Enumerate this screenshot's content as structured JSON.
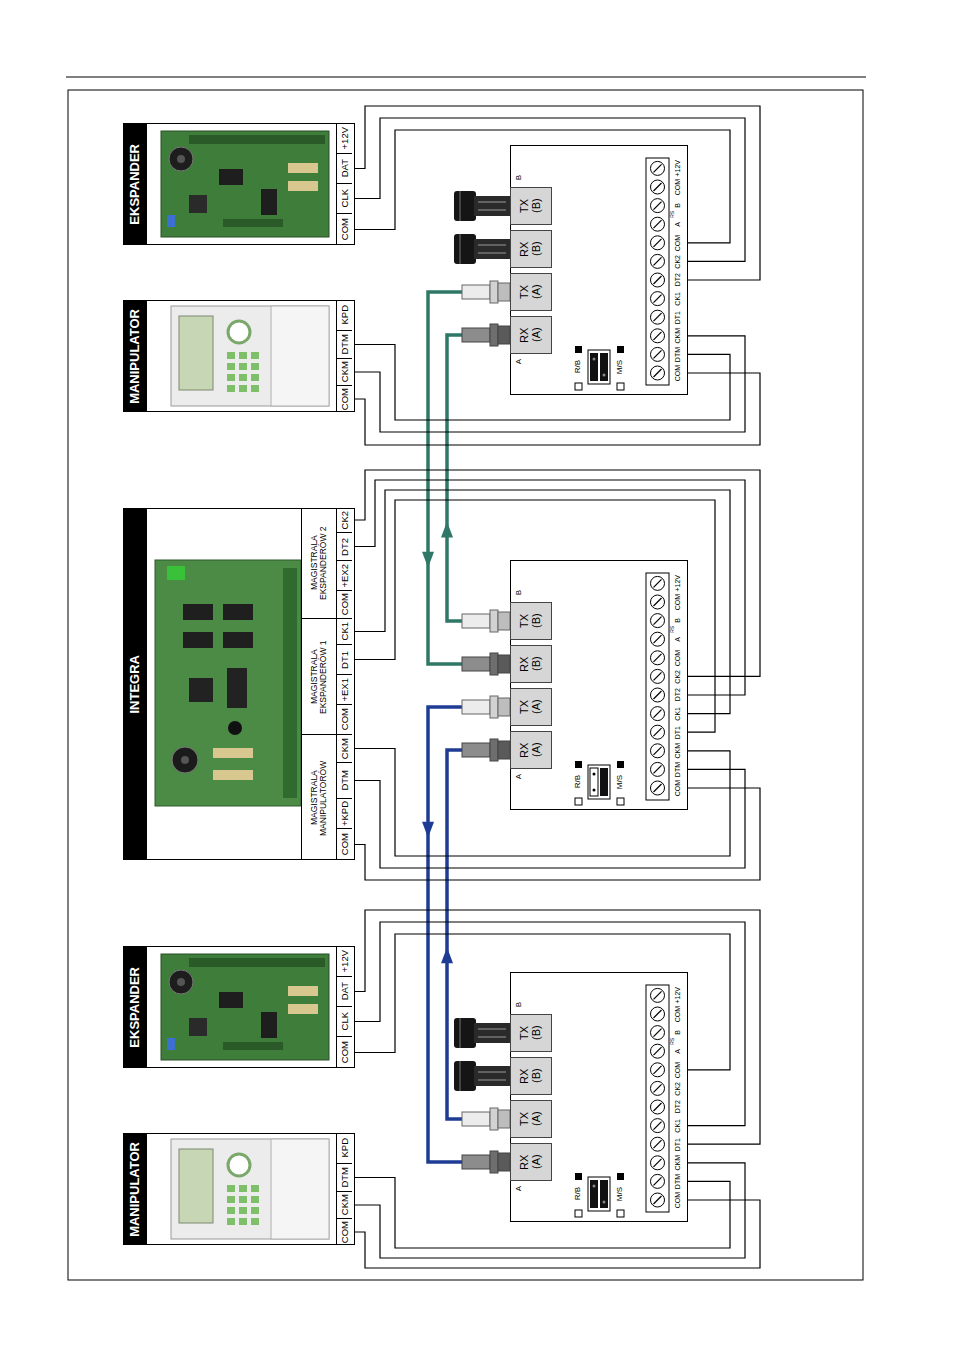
{
  "diagram": {
    "nodes": [
      {
        "text": [
          "EKSPANDER",
          "COM",
          "CLK",
          "DAT",
          "+12V"
        ]
      },
      {
        "text": [
          "MANIPULATOR",
          "COM",
          "CKM",
          "DTM",
          "KPD"
        ]
      },
      {
        "text": [
          "A",
          "B",
          "R/B",
          "M/S",
          "COM",
          "DTM",
          "CKM",
          "DT1",
          "CK1",
          "DT2",
          "CK2",
          "COM",
          "A",
          "RS",
          "B",
          "COM",
          "+12V"
        ]
      },
      {
        "text": [
          "RX (A)"
        ],
        "in": 2
      },
      {
        "text": [
          "TX (A)"
        ],
        "in": 2
      },
      {
        "text": [
          "RX (B)"
        ],
        "in": 2
      },
      {
        "text": [
          "TX (B)"
        ],
        "in": 2
      },
      {
        "text": [
          "INTEGRA",
          "MAGISTRALA MANIPULATORÓW",
          "COM",
          "+KPD",
          "DTM",
          "CKM",
          "MAGISTRALA EKSPANDERÓW 1",
          "COM",
          "+EX1",
          "DT1",
          "CK1",
          "MAGISTRALA EKSPANDERÓW 2",
          "COM",
          "+EX2",
          "DT2",
          "CK2"
        ]
      },
      {
        "text": [
          "A",
          "B",
          "R/B",
          "M/S",
          "COM",
          "DTM",
          "CKM",
          "DT1",
          "CK1",
          "DT2",
          "CK2",
          "COM",
          "A",
          "RS",
          "B",
          "COM",
          "+12V"
        ]
      },
      {
        "text": [
          "RX (A)"
        ],
        "in": 8
      },
      {
        "text": [
          "TX (A)"
        ],
        "in": 8
      },
      {
        "text": [
          "RX (B)"
        ],
        "in": 8
      },
      {
        "text": [
          "TX (B)"
        ],
        "in": 8
      },
      {
        "text": [
          "EKSPANDER",
          "COM",
          "CLK",
          "DAT",
          "+12V"
        ]
      },
      {
        "text": [
          "MANIPULATOR",
          "COM",
          "CKM",
          "DTM",
          "KPD"
        ]
      },
      {
        "text": [
          "A",
          "B",
          "R/B",
          "M/S",
          "COM",
          "DTM",
          "CKM",
          "DT1",
          "CK1",
          "DT2",
          "CK2",
          "COM",
          "A",
          "RS",
          "B",
          "COM",
          "+12V"
        ]
      },
      {
        "text": [
          "RX (A)"
        ],
        "in": 15
      },
      {
        "text": [
          "TX (A)"
        ],
        "in": 15
      },
      {
        "text": [
          "RX (B)"
        ],
        "in": 15
      },
      {
        "text": [
          "TX (B)"
        ],
        "in": 15
      }
    ],
    "edges": [
      {
        "from": 4,
        "to": 11,
        "arrow": "to"
      },
      {
        "from": 12,
        "to": 3,
        "arrow": "to"
      },
      {
        "from": 10,
        "to": 16,
        "arrow": "to"
      },
      {
        "from": 17,
        "to": 9,
        "arrow": "to"
      },
      {
        "from": 0,
        "to": 2,
        "arrow": "none"
      },
      {
        "from": 0,
        "to": 2,
        "arrow": "none"
      },
      {
        "from": 0,
        "to": 2,
        "arrow": "none"
      },
      {
        "from": 1,
        "to": 2,
        "arrow": "none"
      },
      {
        "from": 1,
        "to": 2,
        "arrow": "none"
      },
      {
        "from": 1,
        "to": 2,
        "arrow": "none"
      },
      {
        "from": 7,
        "to": 8,
        "arrow": "none"
      },
      {
        "from": 7,
        "to": 8,
        "arrow": "none"
      },
      {
        "from": 7,
        "to": 8,
        "arrow": "none"
      },
      {
        "from": 7,
        "to": 8,
        "arrow": "none"
      },
      {
        "from": 7,
        "to": 8,
        "arrow": "none"
      },
      {
        "from": 7,
        "to": 8,
        "arrow": "none"
      },
      {
        "from": 7,
        "to": 8,
        "arrow": "none"
      },
      {
        "from": 13,
        "to": 15,
        "arrow": "none"
      },
      {
        "from": 13,
        "to": 15,
        "arrow": "none"
      },
      {
        "from": 13,
        "to": 15,
        "arrow": "none"
      },
      {
        "from": 14,
        "to": 15,
        "arrow": "none"
      },
      {
        "from": 14,
        "to": 15,
        "arrow": "none"
      },
      {
        "from": 14,
        "to": 15,
        "arrow": "none"
      }
    ]
  }
}
